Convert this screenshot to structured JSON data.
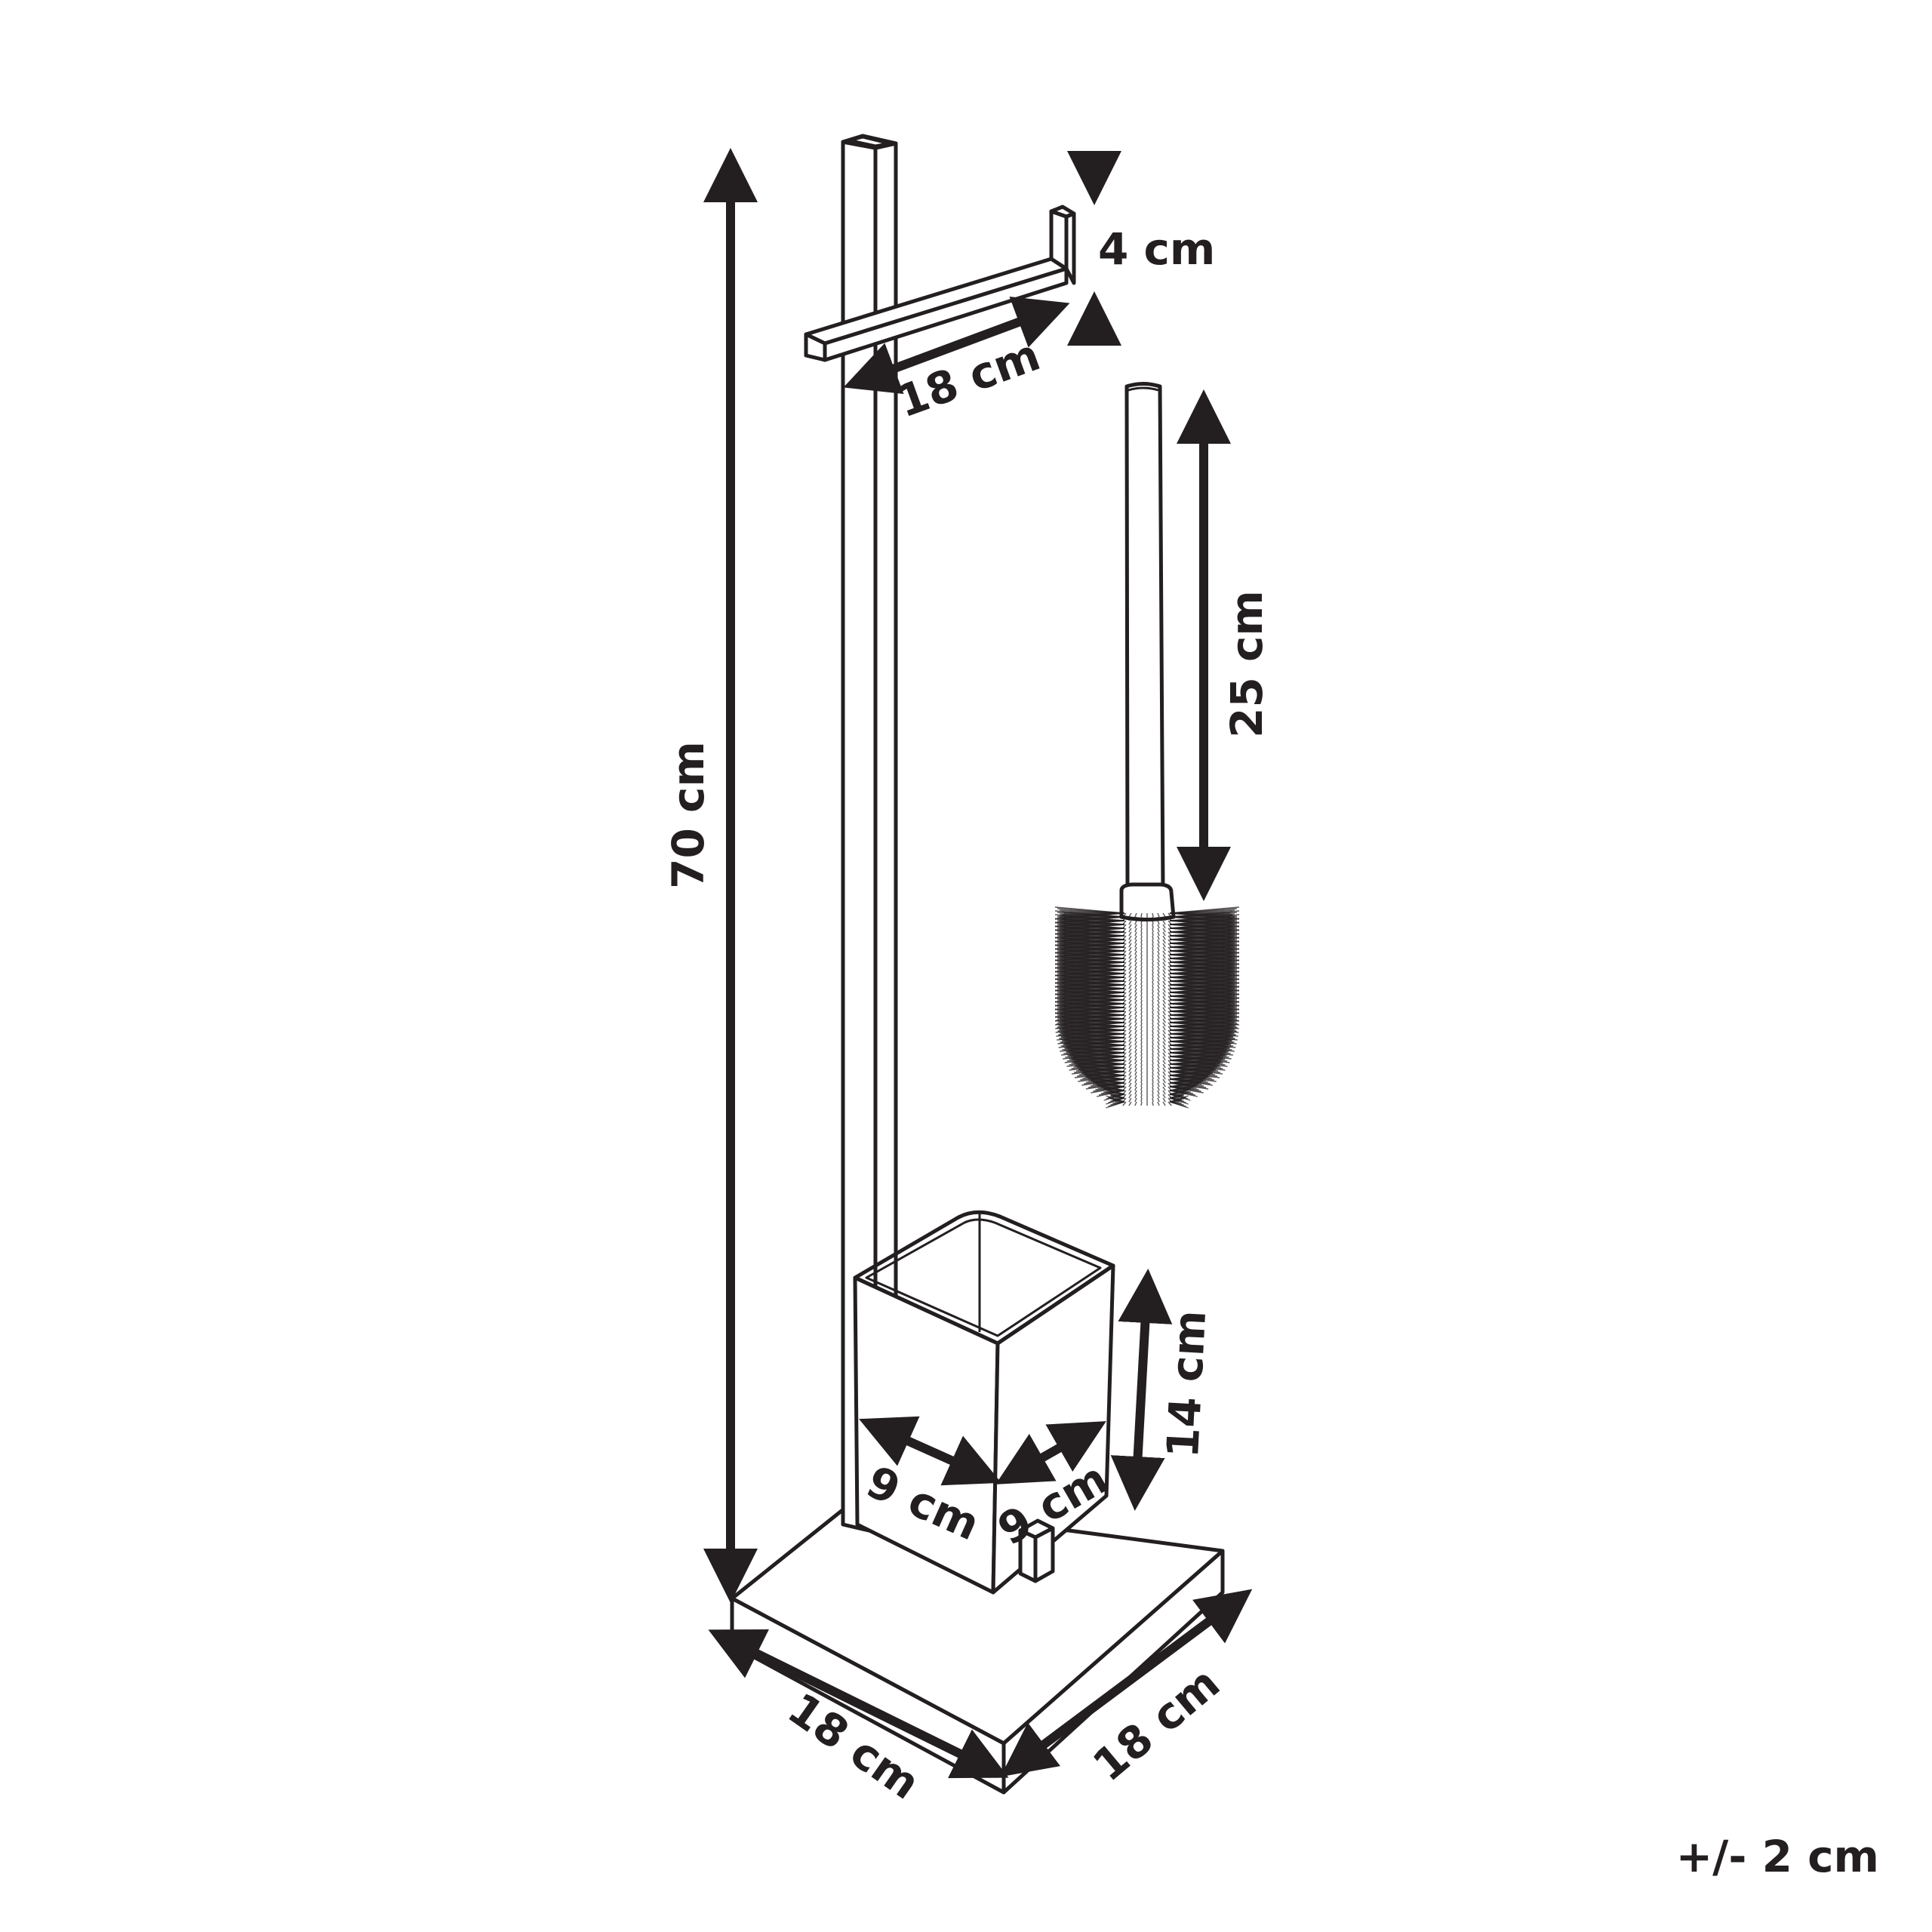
{
  "diagram": {
    "subject": "Freestanding toilet roll holder with toilet brush",
    "colors": {
      "line": "#231f20",
      "background": "#ffffff"
    },
    "dimensions": {
      "total_height": "70 cm",
      "roll_arm_length": "18 cm",
      "roll_arm_lip_height": "4 cm",
      "brush_handle_length": "25 cm",
      "cup_height": "14 cm",
      "cup_width_left": "9 cm",
      "cup_width_right": "9 cm",
      "base_width_left": "18 cm",
      "base_width_right": "18 cm"
    },
    "tolerance": "+/- 2 cm"
  }
}
